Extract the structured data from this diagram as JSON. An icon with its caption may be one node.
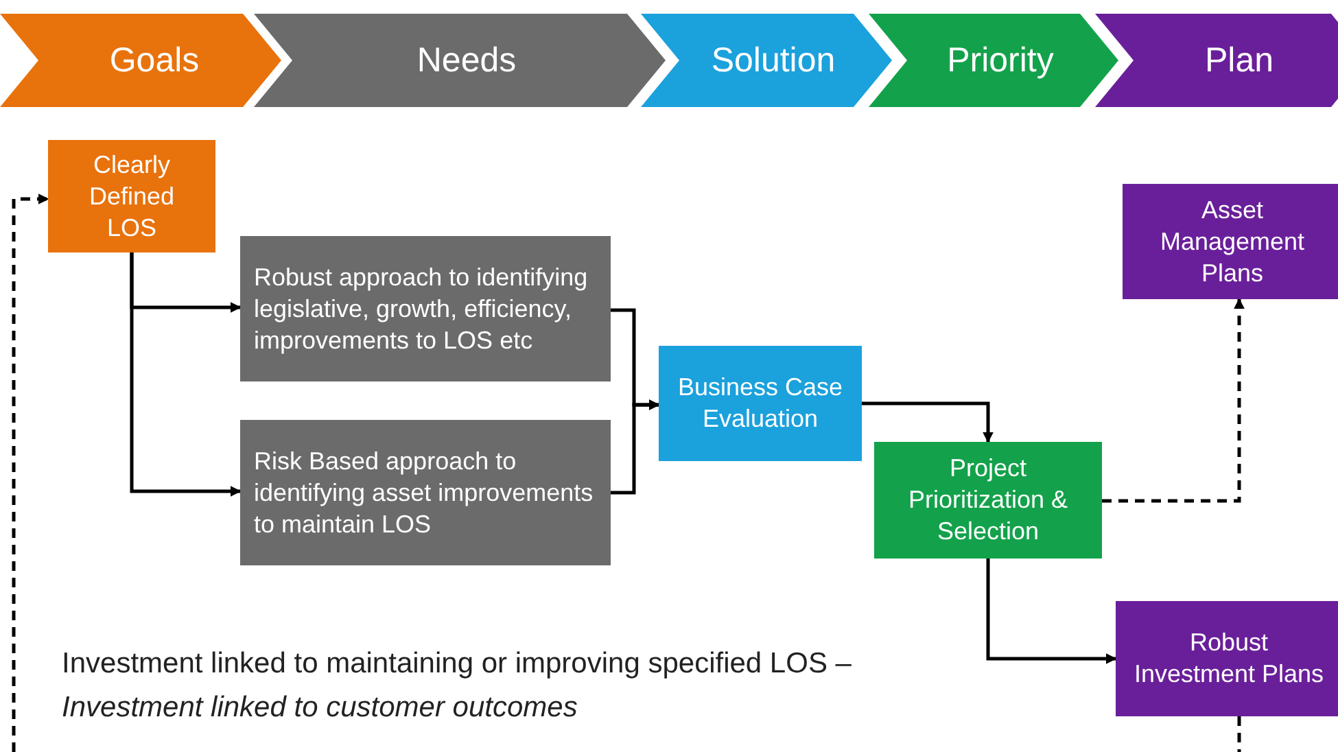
{
  "diagram": {
    "nodes": [
      {
        "text": [
          "Goals"
        ]
      },
      {
        "text": [
          "Needs"
        ]
      },
      {
        "text": [
          "Solution"
        ]
      },
      {
        "text": [
          "Priority"
        ]
      },
      {
        "text": [
          "Plan"
        ]
      },
      {
        "text": [
          "Clearly Defined LOS"
        ]
      },
      {
        "text": [
          "Robust approach to identifying legislative, growth, efficiency, improvements to LOS etc"
        ]
      },
      {
        "text": [
          "Risk Based approach to identifying asset improvements to maintain LOS"
        ]
      },
      {
        "text": [
          "Business Case Evaluation"
        ]
      },
      {
        "text": [
          "Project Prioritization & Selection"
        ]
      },
      {
        "text": [
          "Asset Management Plans"
        ]
      },
      {
        "text": [
          "Robust Investment Plans"
        ]
      }
    ],
    "edges": [
      {
        "from": 5,
        "to": 6,
        "arrow": "to"
      },
      {
        "from": 5,
        "to": 7,
        "arrow": "to"
      },
      {
        "from": 6,
        "to": 8,
        "arrow": "to"
      },
      {
        "from": 7,
        "to": 8,
        "arrow": "to"
      },
      {
        "from": 8,
        "to": 9,
        "arrow": "to"
      },
      {
        "from": 9,
        "to": 10,
        "arrow": "to",
        "style": "dashed"
      },
      {
        "from": 9,
        "to": 11,
        "arrow": "to"
      },
      {
        "from": 11,
        "to": null,
        "arrow": "none",
        "style": "dashed"
      },
      {
        "from": null,
        "to": 5,
        "arrow": "to",
        "style": "dashed"
      }
    ],
    "labels": [
      "Investment linked to maintaining or improving specified LOS – *Investment linked to customer outcomes*"
    ]
  }
}
